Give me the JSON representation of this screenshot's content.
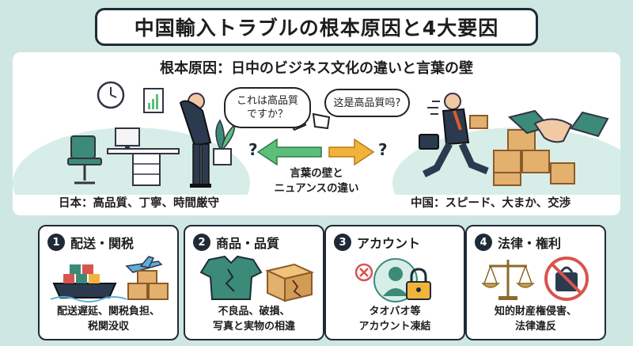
{
  "title": "中国輸入トラブルの根本原因と4大要因",
  "subtitle": "根本原因：日中のビジネス文化の違いと言葉の壁",
  "japan_side": {
    "caption": "日本：高品質、丁寧、時間厳守",
    "bubble": "これは高品質\nですか？"
  },
  "china_side": {
    "caption": "中国：スピード、大まか、交渉",
    "bubble": "这是高品質吗?"
  },
  "wall": {
    "label": "言葉の壁と\nニュアンスの違い",
    "question_mark": "?"
  },
  "factors": [
    {
      "number": "1",
      "title": "配送・関税",
      "description": "配送遅延、関税負担、\n税関没収",
      "icons": [
        "cargo-ship-icon",
        "airplane-icon",
        "boxes-icon"
      ]
    },
    {
      "number": "2",
      "title": "商品・品質",
      "description": "不良品、破損、\n写真と実物の相違",
      "icons": [
        "torn-shirt-icon",
        "damaged-box-icon"
      ]
    },
    {
      "number": "3",
      "title": "アカウント",
      "description": "タオバオ等\nアカウント凍結",
      "icons": [
        "blocked-user-icon",
        "lock-icon"
      ]
    },
    {
      "number": "4",
      "title": "法律・権利",
      "description": "知的財産権侵害、\n法律違反",
      "icons": [
        "scales-icon",
        "prohibited-bag-icon"
      ]
    }
  ],
  "colors": {
    "background": "#cfe7e2",
    "dark": "#1e2b36",
    "arrow_left": "#5bbf7a",
    "arrow_right": "#f2b33d",
    "accent_red": "#d9534f"
  }
}
